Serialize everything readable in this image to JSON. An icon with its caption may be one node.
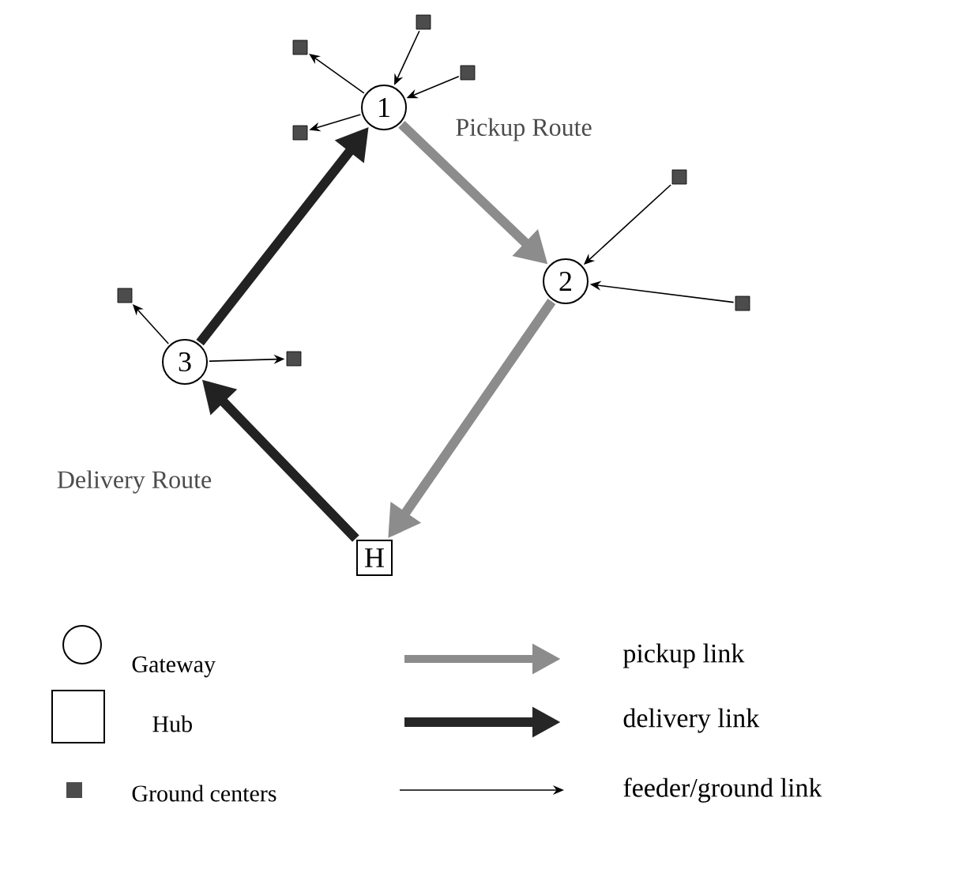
{
  "diagram": {
    "nodes": [
      {
        "text": [
          "1"
        ]
      },
      {
        "text": [
          "2"
        ]
      },
      {
        "text": [
          "3"
        ]
      },
      {
        "text": [
          "H"
        ]
      },
      {
        "text": [],
        "shape": "box"
      },
      {
        "text": [],
        "shape": "box"
      },
      {
        "text": [],
        "shape": "box"
      },
      {
        "text": [],
        "shape": "box"
      },
      {
        "text": [],
        "shape": "box"
      },
      {
        "text": [],
        "shape": "box"
      },
      {
        "text": [],
        "shape": "box"
      },
      {
        "text": [],
        "shape": "box"
      }
    ],
    "edges": [
      {
        "from": 0,
        "to": 1,
        "arrow": "to",
        "style": "thick",
        "color": "#8c8c8c"
      },
      {
        "from": 1,
        "to": 3,
        "arrow": "to",
        "style": "thick",
        "color": "#8c8c8c"
      },
      {
        "from": 3,
        "to": 2,
        "arrow": "to",
        "style": "thick",
        "color": "#222222"
      },
      {
        "from": 2,
        "to": 0,
        "arrow": "to",
        "style": "thick",
        "color": "#222222"
      },
      {
        "from": 0,
        "to": 6,
        "arrow": "to"
      },
      {
        "from": 0,
        "to": 7,
        "arrow": "to"
      },
      {
        "from": 8,
        "to": 0,
        "arrow": "to"
      },
      {
        "from": 9,
        "to": 0,
        "arrow": "to"
      },
      {
        "from": 10,
        "to": 1,
        "arrow": "to"
      },
      {
        "from": 11,
        "to": 1,
        "arrow": "to"
      },
      {
        "from": 2,
        "to": 4,
        "arrow": "to"
      },
      {
        "from": 2,
        "to": 5,
        "arrow": "to"
      }
    ],
    "labels": [
      "Pickup Route",
      "Delivery Route"
    ],
    "legend": [
      {
        "text": "Gateway"
      },
      {
        "text": "Hub"
      },
      {
        "text": "Ground centers"
      },
      {
        "text": "pickup link"
      },
      {
        "text": "delivery link"
      },
      {
        "text": "feeder/ground link"
      }
    ]
  }
}
